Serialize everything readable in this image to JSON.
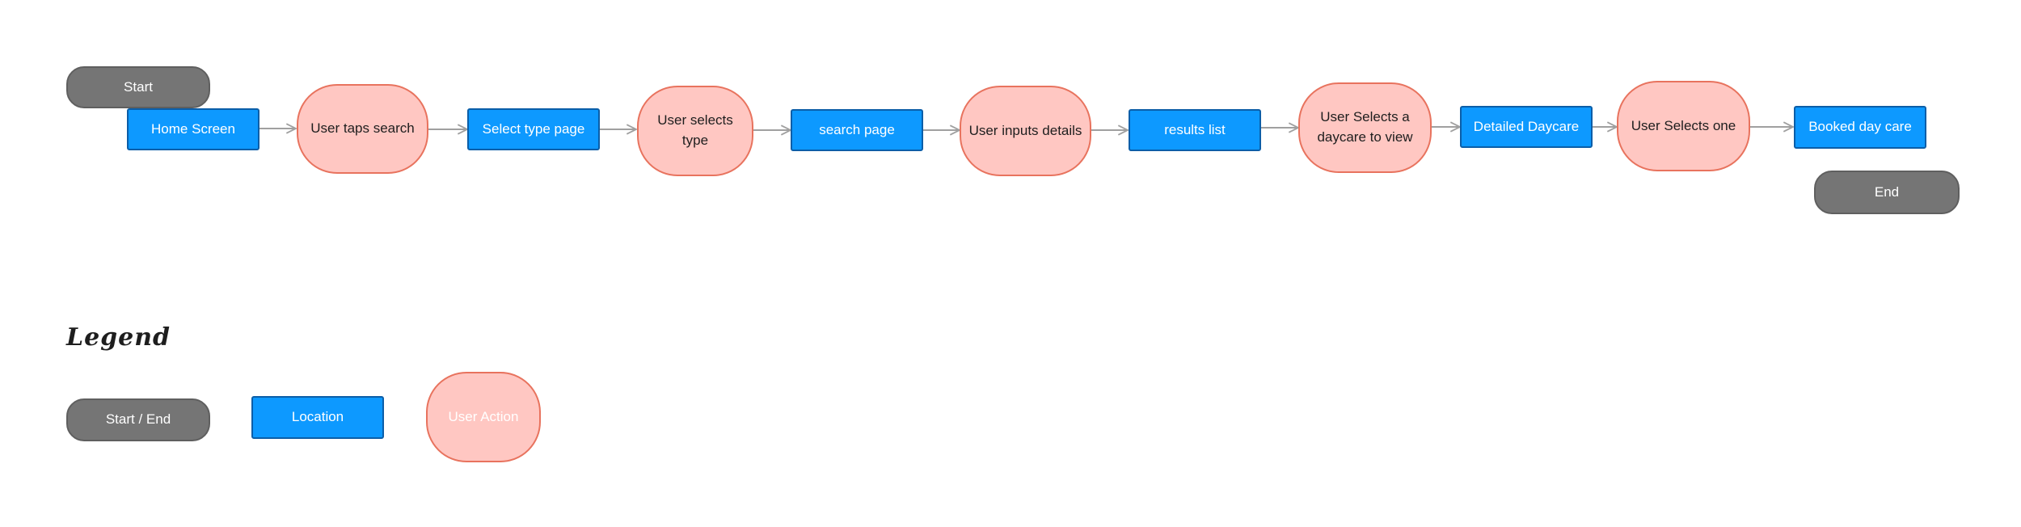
{
  "flow": {
    "start": "Start",
    "end": "End",
    "steps": [
      {
        "type": "location",
        "label": "Home Screen"
      },
      {
        "type": "action",
        "label": "User taps search"
      },
      {
        "type": "location",
        "label": "Select type page"
      },
      {
        "type": "action",
        "label": "User selects type"
      },
      {
        "type": "location",
        "label": "search page"
      },
      {
        "type": "action",
        "label": "User inputs details"
      },
      {
        "type": "location",
        "label": "results list"
      },
      {
        "type": "action",
        "label": "User Selects a daycare to view"
      },
      {
        "type": "location",
        "label": "Detailed Daycare"
      },
      {
        "type": "action",
        "label": "User Selects one"
      },
      {
        "type": "location",
        "label": "Booked day care"
      }
    ]
  },
  "legend": {
    "title": "Legend",
    "start_end": "Start / End",
    "location": "Location",
    "user_action": "User Action"
  },
  "colors": {
    "terminal": "#757575",
    "location": "#0d99ff",
    "action_fill": "#ffc7c2",
    "action_border": "#e8735e",
    "connector": "#a0a0a0"
  }
}
